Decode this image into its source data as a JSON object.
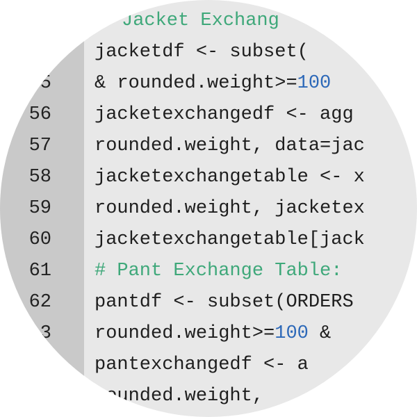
{
  "editor": {
    "lines": [
      {
        "number": "",
        "code": [
          {
            "text": "Jacket Exchang",
            "kind": "comment"
          }
        ]
      },
      {
        "number": "",
        "code": [
          {
            "text": "jacketdf <- subset(",
            "kind": "plain"
          }
        ]
      },
      {
        "number": "5",
        "code": [
          {
            "text": "& rounded.weight>=",
            "kind": "plain"
          },
          {
            "text": "100",
            "kind": "num"
          }
        ]
      },
      {
        "number": "56",
        "code": [
          {
            "text": "jacketexchangedf <- agg",
            "kind": "plain"
          }
        ]
      },
      {
        "number": "57",
        "code": [
          {
            "text": "rounded.weight, data=jac",
            "kind": "plain"
          }
        ]
      },
      {
        "number": "58",
        "code": [
          {
            "text": "jacketexchangetable <- x",
            "kind": "plain"
          }
        ]
      },
      {
        "number": "59",
        "code": [
          {
            "text": "rounded.weight, jacketex",
            "kind": "plain"
          }
        ]
      },
      {
        "number": "60",
        "code": [
          {
            "text": "jacketexchangetable[jack",
            "kind": "plain"
          }
        ]
      },
      {
        "number": "61",
        "code": [
          {
            "text": "# Pant Exchange Table:",
            "kind": "comment"
          }
        ]
      },
      {
        "number": "62",
        "code": [
          {
            "text": "pantdf <- subset(ORDERS",
            "kind": "plain"
          }
        ]
      },
      {
        "number": "3",
        "code": [
          {
            "text": "rounded.weight>=",
            "kind": "plain"
          },
          {
            "text": "100",
            "kind": "num"
          },
          {
            "text": " &",
            "kind": "plain"
          }
        ]
      },
      {
        "number": "",
        "code": [
          {
            "text": "pantexchangedf <- a",
            "kind": "plain"
          }
        ]
      },
      {
        "number": "",
        "code": [
          {
            "text": "rounded.weight,",
            "kind": "plain"
          }
        ]
      }
    ]
  }
}
